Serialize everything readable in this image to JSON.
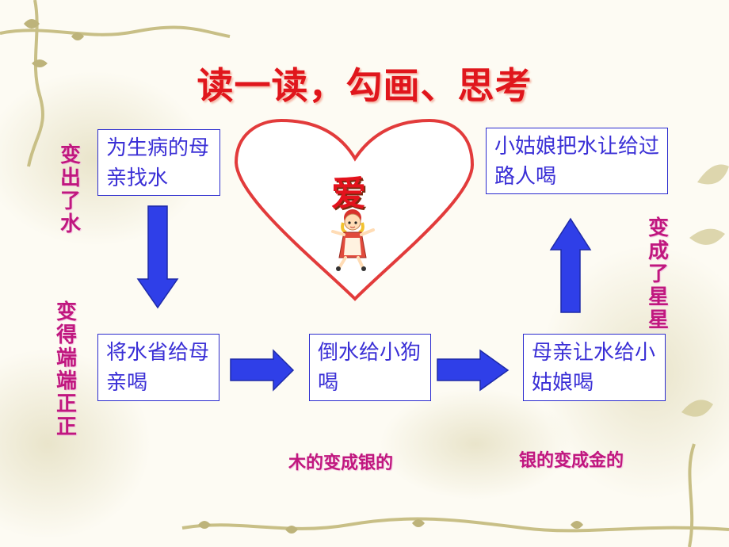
{
  "title": "读一读，勾画、思考",
  "center_label": "爱",
  "boxes": {
    "box1": "为生病的母亲找水",
    "box2": "将水省给母亲喝",
    "box3": "倒水给小狗喝",
    "box4": "母亲让水给小姑娘喝",
    "box5": "小姑娘把水让给过路人喝"
  },
  "labels": {
    "left_top": "变出了水",
    "left_bottom": "变得端端正正",
    "right": "变成了星星",
    "wood_silver": "木的变成银的",
    "silver_gold": "银的变成金的"
  },
  "colors": {
    "title": "#e0161c",
    "box_text": "#3a2fd6",
    "label": "#c0177f",
    "arrow": "#2f3fe8",
    "heart": "#e23b3b"
  }
}
